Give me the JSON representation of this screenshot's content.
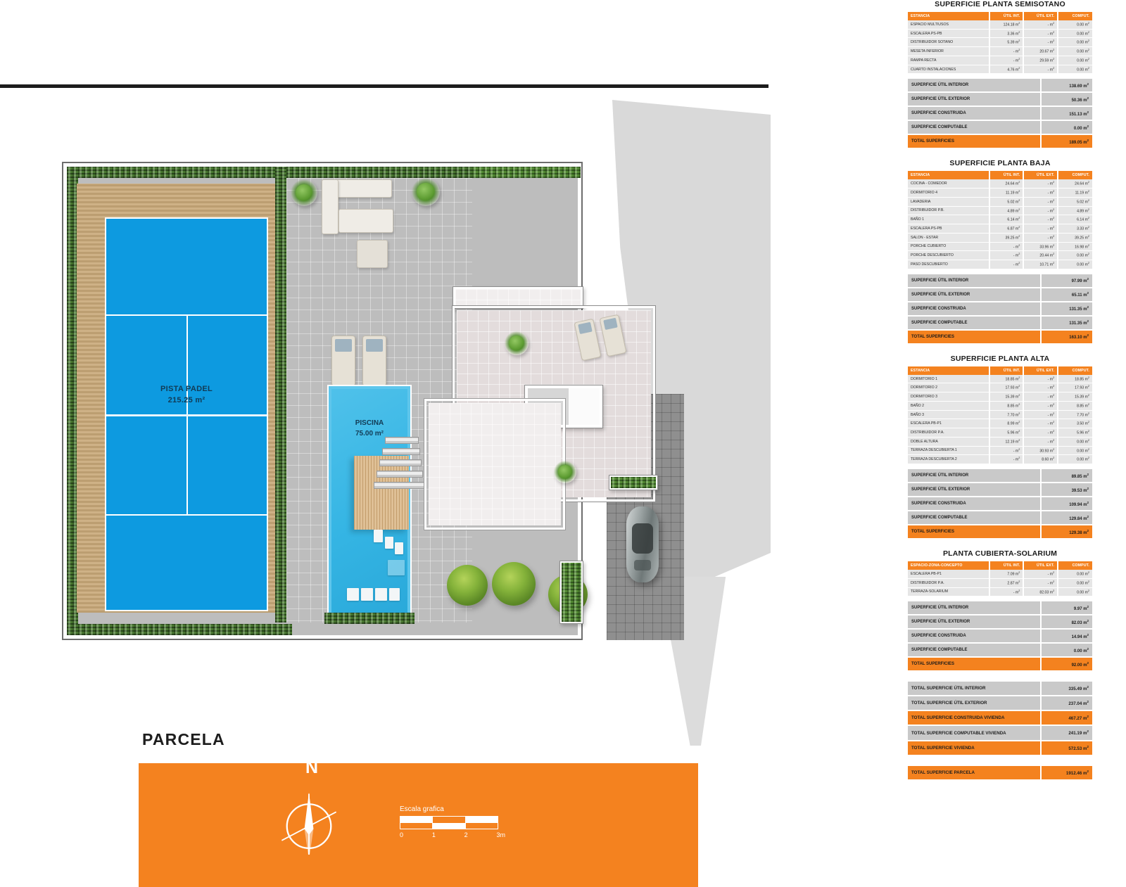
{
  "plan": {
    "title": "PARCELA",
    "padel": {
      "name": "PISTA PADEL",
      "area": "215.25 m²"
    },
    "pool": {
      "name": "PISCINA",
      "area": "75.00 m²"
    },
    "compass": {
      "north": "N"
    },
    "scale": {
      "caption": "Escala grafica",
      "ticks": [
        "0",
        "1",
        "2",
        "3m"
      ]
    }
  },
  "colors": {
    "accent": "#f4821f",
    "row": "#e6e6e6",
    "summary_row": "#c9c9c9",
    "water": "#35b5e4",
    "court": "#0d9ae0",
    "hedge": "#3f6e2a",
    "paving": "#bdbdbd"
  },
  "tables": [
    {
      "title": "SUPERFICIE PLANTA SEMISOTANO",
      "headers": [
        "ESTANCIA",
        "ÚTIL INT.",
        "ÚTIL EXT.",
        "COMPUT."
      ],
      "rows": [
        [
          "ESPACIO MULTIUSOS",
          "124.18 m²",
          "- m²",
          "0.00 m²"
        ],
        [
          "ESCALERA PS-PB",
          "3.36 m²",
          "- m²",
          "0.00 m²"
        ],
        [
          "DISTRIBUIDOR SOTANO",
          "5.39 m²",
          "- m²",
          "0.00 m²"
        ],
        [
          "MESETA INFERIOR",
          "- m²",
          "20.67 m²",
          "0.00 m²"
        ],
        [
          "RAMPA RECTA",
          "- m²",
          "29.59 m²",
          "0.00 m²"
        ],
        [
          "CUARTO INSTALACIONES",
          "4.76 m²",
          "- m²",
          "0.00 m²"
        ]
      ],
      "summary": [
        [
          "SUPERFICIE ÚTIL INTERIOR",
          "138.69 m²"
        ],
        [
          "SUPERFICIE ÚTIL EXTERIOR",
          "50.36 m²"
        ],
        [
          "SUPERFICIE CONSTRUIDA",
          "151.13 m²"
        ],
        [
          "SUPERFICIE COMPUTABLE",
          "0.00 m²"
        ]
      ],
      "total": [
        "TOTAL SUPERFICIES",
        "189.05 m²"
      ]
    },
    {
      "title": "SUPERFICIE PLANTA BAJA",
      "headers": [
        "ESTANCIA",
        "ÚTIL INT.",
        "ÚTIL EXT.",
        "COMPUT."
      ],
      "rows": [
        [
          "COCINA - COMEDOR",
          "24.64 m²",
          "- m²",
          "24.64 m²"
        ],
        [
          "DORMITORIO 4",
          "11.19 m²",
          "- m²",
          "11.19 m²"
        ],
        [
          "LAVADERIA",
          "5.02 m²",
          "- m²",
          "5.02 m²"
        ],
        [
          "DISTRIBUIDOR P.B.",
          "4.89 m²",
          "- m²",
          "4.89 m²"
        ],
        [
          "BAÑO 1",
          "6.14 m²",
          "- m²",
          "6.14 m²"
        ],
        [
          "ESCALERA PS-PB",
          "6.87 m²",
          "- m²",
          "3.33 m²"
        ],
        [
          "SALON - ESTAR",
          "39.25 m²",
          "- m²",
          "39.25 m²"
        ],
        [
          "PORCHE CUBIERTO",
          "- m²",
          "33.96 m²",
          "16.98 m²"
        ],
        [
          "PORCHE DESCUBIERTO",
          "- m²",
          "20.44 m²",
          "0.00 m²"
        ],
        [
          "PASO DESCUBIERTO",
          "- m²",
          "10.71 m²",
          "0.00 m²"
        ]
      ],
      "summary": [
        [
          "SUPERFICIE ÚTIL INTERIOR",
          "97.99 m²"
        ],
        [
          "SUPERFICIE ÚTIL EXTERIOR",
          "65.11 m²"
        ],
        [
          "SUPERFICIE CONSTRUIDA",
          "131.35 m²"
        ],
        [
          "SUPERFICIE COMPUTABLE",
          "131.35 m²"
        ]
      ],
      "total": [
        "TOTAL SUPERFICIES",
        "163.10 m²"
      ]
    },
    {
      "title": "SUPERFICIE PLANTA ALTA",
      "headers": [
        "ESTANCIA",
        "ÚTIL INT.",
        "ÚTIL EXT.",
        "COMPUT."
      ],
      "rows": [
        [
          "DORMITORIO 1",
          "18.85 m²",
          "- m²",
          "18.85 m²"
        ],
        [
          "DORMITORIO 2",
          "17.93 m²",
          "- m²",
          "17.93 m²"
        ],
        [
          "DORMITORIO 3",
          "15.39 m²",
          "- m²",
          "15.39 m²"
        ],
        [
          "BAÑO 2",
          "8.85 m²",
          "- m²",
          "8.85 m²"
        ],
        [
          "BAÑO 3",
          "7.70 m²",
          "- m²",
          "7.70 m²"
        ],
        [
          "ESCALERA PB-P1",
          "8.99 m²",
          "- m²",
          "3.50 m²"
        ],
        [
          "DISTRIBUIDOR P.A.",
          "5.96 m²",
          "- m²",
          "5.96 m²"
        ],
        [
          "DOBLE ALTURA",
          "12.19 m²",
          "- m²",
          "0.00 m²"
        ],
        [
          "TERRAZA DESCUBIERTA 1",
          "- m²",
          "30.93 m²",
          "0.00 m²"
        ],
        [
          "TERRAZA DESCUBIERTA 2",
          "- m²",
          "8.60 m²",
          "0.00 m²"
        ]
      ],
      "summary": [
        [
          "SUPERFICIE ÚTIL INTERIOR",
          "89.85 m²"
        ],
        [
          "SUPERFICIE ÚTIL EXTERIOR",
          "39.53 m²"
        ],
        [
          "SUPERFICIE CONSTRUIDA",
          "109.94 m²"
        ],
        [
          "SUPERFICIE COMPUTABLE",
          "129.84 m²"
        ]
      ],
      "total": [
        "TOTAL SUPERFICIES",
        "129.38 m²"
      ]
    },
    {
      "title": "PLANTA CUBIERTA-SOLARIUM",
      "headers": [
        "ESPACIO-ZONA-CONCEPTO",
        "ÚTIL INT.",
        "ÚTIL EXT.",
        "COMPUT."
      ],
      "rows": [
        [
          "ESCALERA PB-P1",
          "7.09 m²",
          "- m²",
          "0.00 m²"
        ],
        [
          "DISTRIBUIDOR P.A.",
          "2.87 m²",
          "- m²",
          "0.00 m²"
        ],
        [
          "TERRAZA-SOLARIUM",
          "- m²",
          "82.03 m²",
          "0.00 m²"
        ]
      ],
      "summary": [
        [
          "SUPERFICIE ÚTIL INTERIOR",
          "9.97 m²"
        ],
        [
          "SUPERFICIE ÚTIL EXTERIOR",
          "82.03 m²"
        ],
        [
          "SUPERFICIE CONSTRUIDA",
          "14.94 m²"
        ],
        [
          "SUPERFICIE COMPUTABLE",
          "0.00 m²"
        ]
      ],
      "total": [
        "TOTAL SUPERFICIES",
        "92.00 m²"
      ]
    }
  ],
  "grand_totals": [
    {
      "label": "TOTAL SUPERFICIE ÚTIL INTERIOR",
      "value": "335.49 m²",
      "highlight": false
    },
    {
      "label": "TOTAL SUPERFICIE ÚTIL EXTERIOR",
      "value": "237.04 m²",
      "highlight": false
    },
    {
      "label": "TOTAL SUPERFICIE CONSTRUIDA VIVIENDA",
      "value": "467.27 m²",
      "highlight": true
    },
    {
      "label": "TOTAL SUPERFICIE COMPUTABLE VIVIENDA",
      "value": "241.19 m²",
      "highlight": false
    },
    {
      "label": "TOTAL SUPERFICIE VIVIENDA",
      "value": "572.53 m²",
      "highlight": true
    }
  ],
  "parcela_total": {
    "label": "TOTAL SUPERFICIE PARCELA",
    "value": "1912.46 m²"
  }
}
